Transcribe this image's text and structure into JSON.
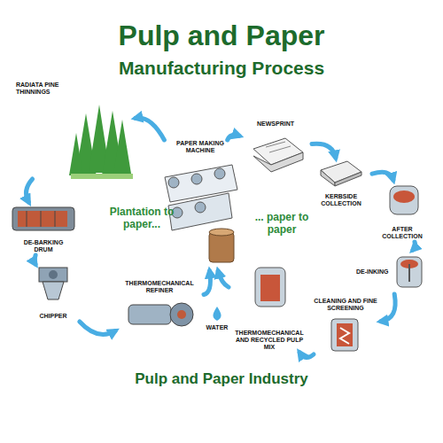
{
  "diagram": {
    "title": "Pulp and Paper",
    "caption": "Pulp and Paper Industry",
    "nodes": [
      {
        "text": [
          "RADIATA PINE THINNINGS"
        ]
      },
      {
        "text": [
          "DE-BARKING DRUM"
        ]
      },
      {
        "text": [
          "CHIPPER"
        ]
      },
      {
        "text": [
          "THERMOMECHANICAL REFINER"
        ]
      },
      {
        "text": [
          "PAPER MAKING MACHINE"
        ]
      },
      {
        "text": [
          "NEWSPRINT"
        ]
      },
      {
        "text": [
          "KERBSIDE COLLECTION"
        ]
      },
      {
        "text": [
          "AFTER COLLECTION"
        ]
      },
      {
        "text": [
          "DE-INKING"
        ]
      },
      {
        "text": [
          "CLEANING AND FINE SCREENING"
        ]
      },
      {
        "text": [
          "THERMOMECHANICAL AND RECYCLED PULP MIX"
        ]
      }
    ],
    "edges": [
      {
        "from": 0,
        "to": 1,
        "arrow": "to"
      },
      {
        "from": 1,
        "to": 2,
        "arrow": "to"
      },
      {
        "from": 2,
        "to": 3,
        "arrow": "to"
      },
      {
        "from": 3,
        "to": 4,
        "arrow": "to"
      },
      {
        "from": 4,
        "to": 5,
        "arrow": "to"
      },
      {
        "from": 5,
        "to": 6,
        "arrow": "to"
      },
      {
        "from": 6,
        "to": 7,
        "arrow": "to"
      },
      {
        "from": 7,
        "to": 8,
        "arrow": "to"
      },
      {
        "from": 8,
        "to": 9,
        "arrow": "to"
      },
      {
        "from": 9,
        "to": 10,
        "arrow": "to"
      },
      {
        "from": 10,
        "to": 4,
        "arrow": "to"
      },
      {
        "from": 4,
        "to": 0,
        "arrow": "to"
      }
    ],
    "labels": [
      "Manufacturing Process",
      "Plantation to paper...",
      "... paper to paper",
      "WATER"
    ]
  }
}
